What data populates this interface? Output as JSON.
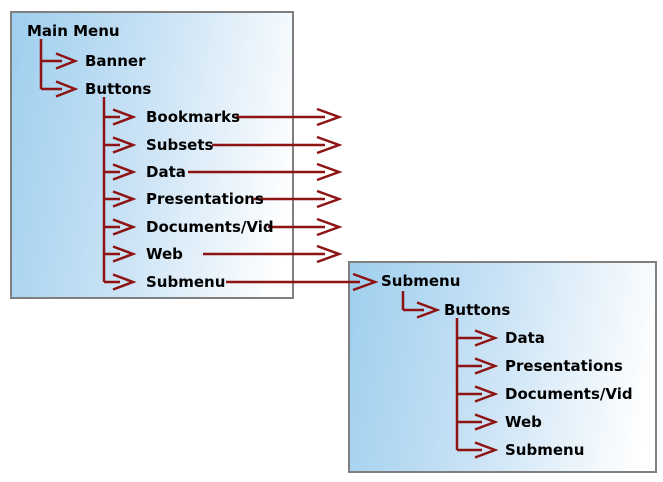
{
  "diagram": {
    "panels": [
      {
        "title": "Main Menu",
        "level1": [
          "Banner",
          "Buttons"
        ],
        "level2": [
          "Bookmarks",
          "Subsets",
          "Data",
          "Presentations",
          "Documents/Vid",
          "Web",
          "Submenu"
        ]
      },
      {
        "title": "Submenu",
        "level1": [
          "Buttons"
        ],
        "level2": [
          "Data",
          "Presentations",
          "Documents/Vid",
          "Web",
          "Submenu"
        ]
      }
    ],
    "colors": {
      "panel_fill_left": "#9ecfee",
      "panel_fill_right": "#ffffff",
      "panel_border": "#7f7f7f",
      "arrow": "#8e1313",
      "text": "#000000"
    }
  }
}
